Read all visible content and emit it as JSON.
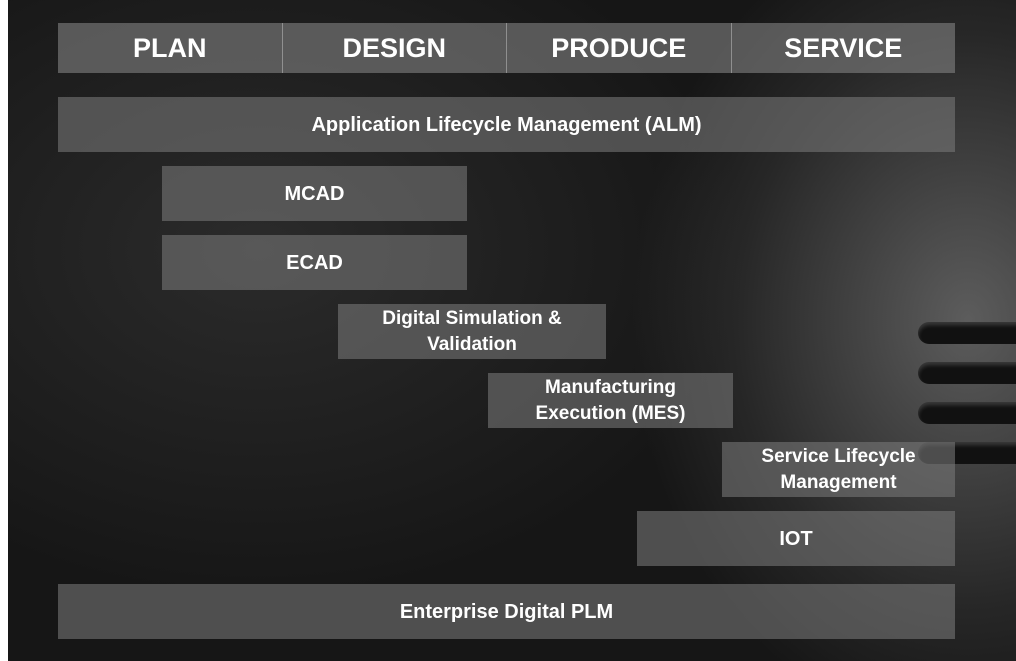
{
  "phases": [
    "PLAN",
    "DESIGN",
    "PRODUCE",
    "SERVICE"
  ],
  "bars": {
    "alm": "Application Lifecycle Management (ALM)",
    "mcad": "MCAD",
    "ecad": "ECAD",
    "simulation": [
      "Digital Simulation &",
      "Validation"
    ],
    "mes": [
      "Manufacturing",
      "Execution (MES)"
    ],
    "slm": [
      "Service Lifecycle",
      "Management"
    ],
    "iot": "IOT",
    "plm": "Enterprise Digital PLM"
  },
  "colors": {
    "background": "#151515",
    "bar_fill": "#787878",
    "text": "#ffffff"
  }
}
